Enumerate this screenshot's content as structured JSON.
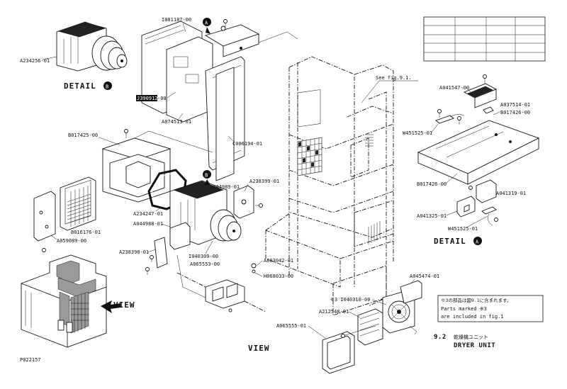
{
  "labels": {
    "A234256": "A234256-01",
    "I081187": "I081187-00",
    "J390912": "J390912",
    "J390912_suffix": "-00",
    "A074513": "A074513-01",
    "C006194": "C006194-01",
    "B017425": "B017425-00",
    "A238399": "A238399-01",
    "A044989": "A044989-01",
    "A234247": "A234247-01",
    "A044988": "A044988-01",
    "B016176": "B016176-01",
    "A059089": "A059089-00",
    "A238398": "A238398-01",
    "I040309": "I040309-00",
    "A065553": "A065553-00",
    "A803042": "A803042-01",
    "H068033": "H068033-00",
    "I040310": "※3 I040310-00",
    "A212548": "A212548-01",
    "A065555": "A065555-01",
    "A045474": "A045474-01",
    "A041547": "A041547-00",
    "A037514": "A037514-01",
    "B017426_top": "B017426-00",
    "W451525_top": "W451525-01",
    "B017426_left": "B017426-00",
    "A041319": "A041319-01",
    "A041325": "A041325-01",
    "W451525_bottom": "W451525-01",
    "P022157": "P022157",
    "see_fig": "See fig.9.1."
  },
  "callouts": {
    "A": "A",
    "B": "B"
  },
  "headings": {
    "detail_b": "DETAIL",
    "detail_a": "DETAIL",
    "view_arrow": "VIEW",
    "view_bottom": "VIEW"
  },
  "note": {
    "line1": "※3の部品は図9.1に含まれます。",
    "line2": "Parts marked ※3",
    "line3": "are included in fig.1"
  },
  "figure": {
    "number": "9.2",
    "jp_title": "乾燥機ユニット",
    "en_title": "DRYER UNIT"
  },
  "colors": {
    "ink": "#111111",
    "paper": "#ffffff",
    "shade": "#9a9a9a"
  }
}
